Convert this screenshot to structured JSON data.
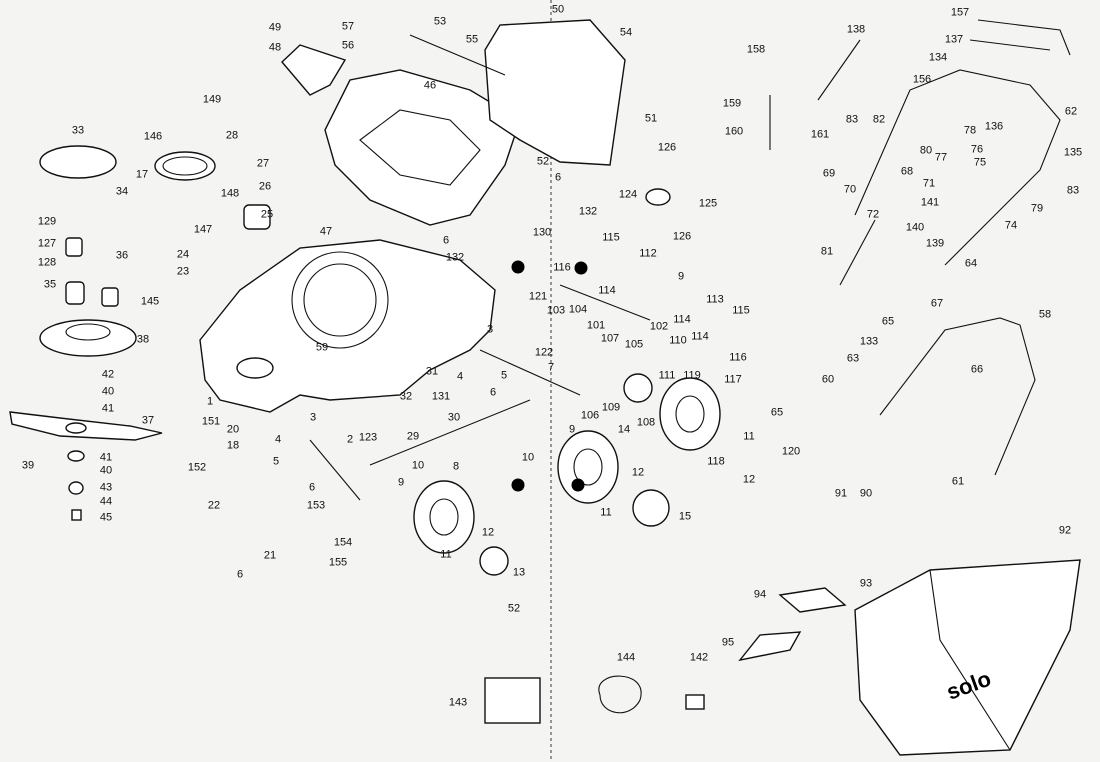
{
  "diagram_title": "",
  "brand_logo_text": "solo",
  "labels": [
    "49",
    "57",
    "53",
    "50",
    "54",
    "48",
    "56",
    "55",
    "46",
    "51",
    "52",
    "33",
    "146",
    "149",
    "28",
    "27",
    "26",
    "148",
    "25",
    "17",
    "34",
    "129",
    "147",
    "127",
    "36",
    "128",
    "24",
    "23",
    "47",
    "6",
    "132",
    "35",
    "145",
    "38",
    "42",
    "40",
    "41",
    "37",
    "39",
    "41",
    "40",
    "43",
    "44",
    "45",
    "151",
    "152",
    "20",
    "18",
    "1",
    "59",
    "3",
    "31",
    "4",
    "5",
    "32",
    "131",
    "6",
    "30",
    "3",
    "4",
    "5",
    "6",
    "2",
    "123",
    "29",
    "7",
    "22",
    "153",
    "21",
    "154",
    "155",
    "6",
    "10",
    "9",
    "8",
    "11",
    "12",
    "13",
    "10",
    "9",
    "14",
    "11",
    "12",
    "15",
    "126",
    "124",
    "125",
    "126",
    "6",
    "132",
    "130",
    "115",
    "116",
    "112",
    "114",
    "9",
    "121",
    "103",
    "104",
    "101",
    "102",
    "113",
    "115",
    "114",
    "114",
    "116",
    "107",
    "105",
    "110",
    "122",
    "111",
    "119",
    "117",
    "109",
    "108",
    "106",
    "118",
    "11",
    "12",
    "120",
    "158",
    "159",
    "160",
    "161",
    "138",
    "157",
    "137",
    "134",
    "156",
    "62",
    "83",
    "82",
    "78",
    "136",
    "80",
    "77",
    "76",
    "135",
    "69",
    "70",
    "68",
    "71",
    "75",
    "83",
    "72",
    "141",
    "79",
    "74",
    "140",
    "139",
    "81",
    "64",
    "67",
    "65",
    "58",
    "133",
    "63",
    "66",
    "60",
    "65",
    "61",
    "91",
    "90",
    "92",
    "93",
    "94",
    "95",
    "142",
    "144",
    "52",
    "143"
  ],
  "reference_dots": 4,
  "colors": {
    "ink": "#111111",
    "paper": "#f4f4f2"
  }
}
